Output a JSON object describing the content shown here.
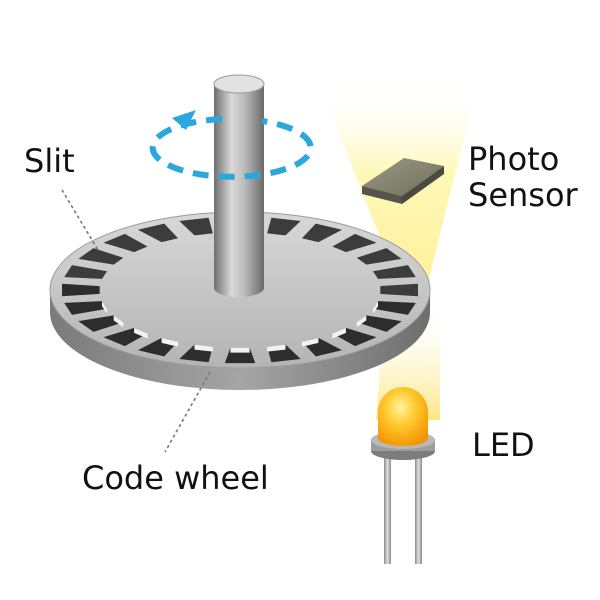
{
  "labels": {
    "slit": "Slit",
    "photo_sensor_line1": "Photo",
    "photo_sensor_line2": "Sensor",
    "led": "LED",
    "code_wheel": "Code wheel"
  },
  "code_wheel": {
    "slit_count": 24
  },
  "colors": {
    "rotation_arrow": "#2aa7dc",
    "light_beam": "#fff6a8",
    "led_glow": "#ffb21c",
    "wheel_top": "#c9c9c9",
    "wheel_edge": "#8e8e8e",
    "label_text": "#111111"
  },
  "icons": {
    "rotation": "rotation-arrow-icon",
    "sensor": "photo-sensor-icon",
    "led": "led-icon"
  }
}
